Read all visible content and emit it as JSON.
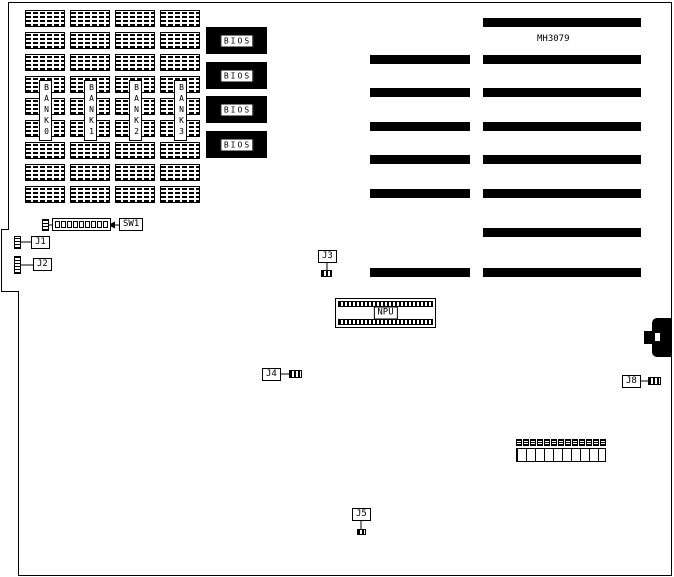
{
  "title": "MH3079",
  "memory": {
    "chips_per_bank": 9,
    "banks": [
      {
        "label": "BANK0"
      },
      {
        "label": "BANK1"
      },
      {
        "label": "BANK2"
      },
      {
        "label": "BANK3"
      }
    ]
  },
  "bios": {
    "label": "BIOS",
    "count": 4
  },
  "expansion_slots": {
    "count": 8,
    "rows": [
      {
        "short": false
      },
      {
        "short": true
      },
      {
        "short": true
      },
      {
        "short": true
      },
      {
        "short": true
      },
      {
        "short": true
      },
      {
        "short": false
      },
      {
        "short": true
      }
    ]
  },
  "npu": {
    "label": "NPU"
  },
  "switch": {
    "label": "SW1",
    "positions": 9
  },
  "jumpers": [
    {
      "id": "J1"
    },
    {
      "id": "J2"
    },
    {
      "id": "J3"
    },
    {
      "id": "J4"
    },
    {
      "id": "J5"
    },
    {
      "id": "J8"
    }
  ],
  "header_block": {
    "pins": 13
  }
}
